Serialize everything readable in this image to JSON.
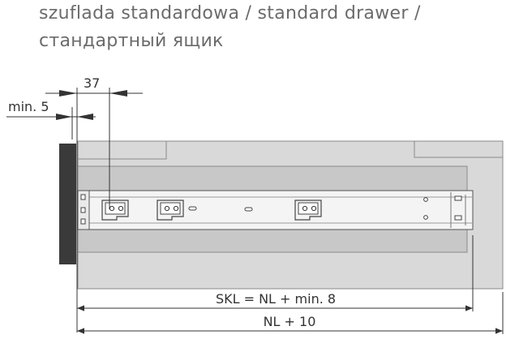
{
  "title": {
    "line1": "szuflada standardowa / standard drawer /",
    "line2": "стандартный ящик"
  },
  "dimensions": {
    "slide_offset": "37",
    "front_gap": "min. 5",
    "skl": "SKL = NL + min. 8",
    "nl": "NL + 10"
  },
  "colors": {
    "cabinet": "#d9d9d9",
    "drawer": "#c8c8c8",
    "front_panel": "#3a3a3a",
    "slide": "#f4f4f4",
    "line": "#333333",
    "title_text": "#6b6b6b"
  }
}
